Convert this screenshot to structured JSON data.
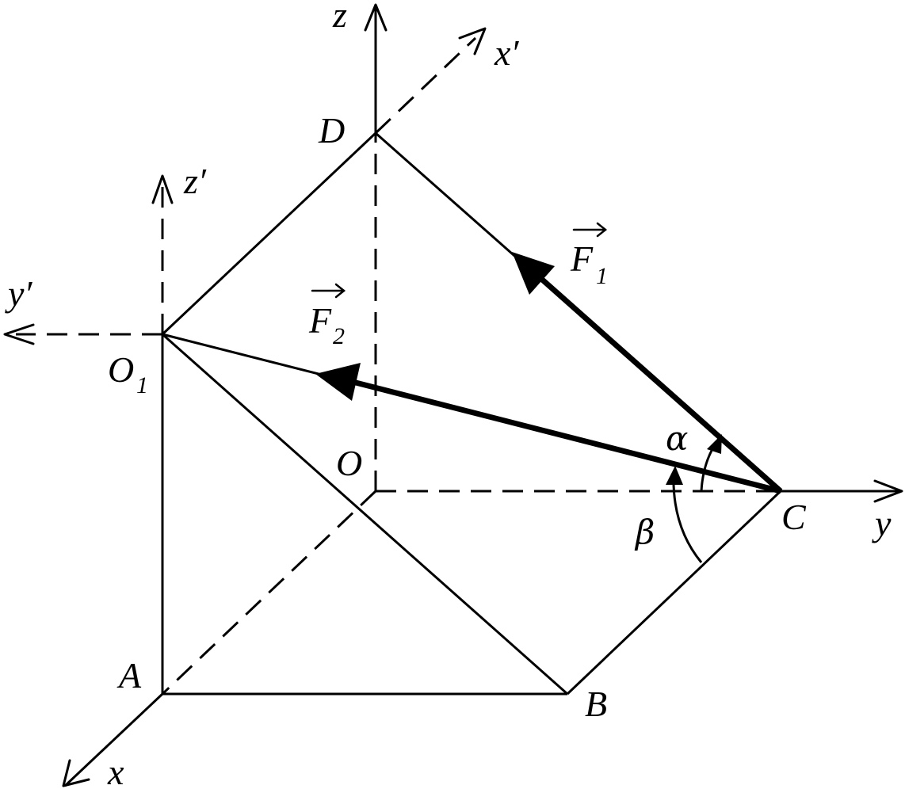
{
  "labels": {
    "z": "z",
    "x_prime": "x′",
    "D": "D",
    "z_prime": "z′",
    "F1": "F",
    "F1_sub": "1",
    "y_prime": "y′",
    "F2": "F",
    "F2_sub": "2",
    "O1": "O",
    "O1_sub": "1",
    "O": "O",
    "alpha": "α",
    "C": "C",
    "beta": "β",
    "y": "y",
    "A": "A",
    "B": "B",
    "x": "x"
  },
  "colors": {
    "stroke": "#000000",
    "background": "#ffffff"
  }
}
